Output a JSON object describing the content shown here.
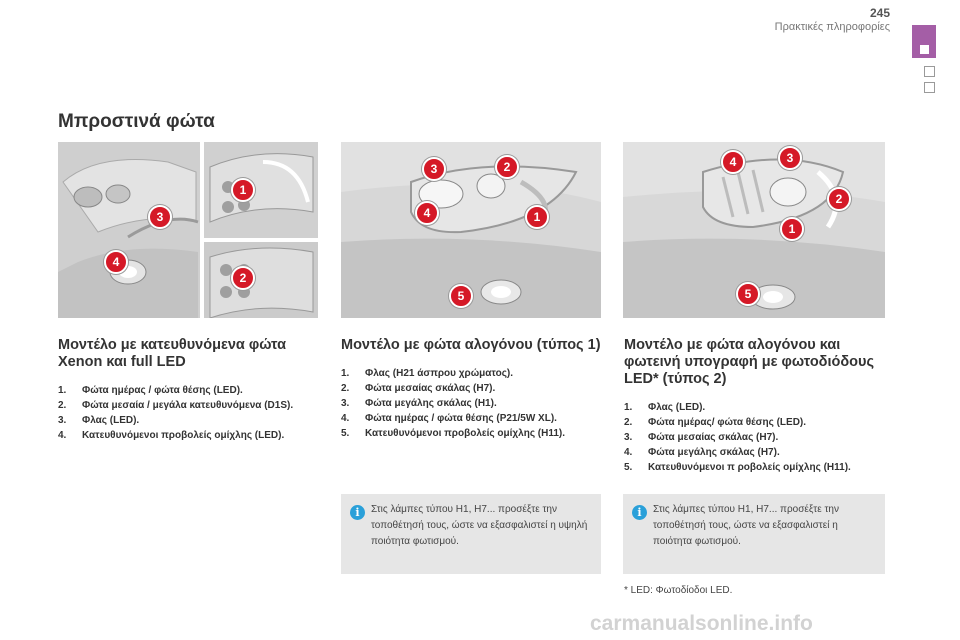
{
  "header": {
    "page_number": "245",
    "section_label": "Πρακτικές πληροφορίες"
  },
  "title": "Μπροστινά φώτα",
  "columns": [
    {
      "heading": "Μοντέλο με κατευθυνόμενα φώτα Xenon και full LED",
      "items": [
        {
          "num": "1.",
          "text": "Φώτα ημέρας / φώτα θέσης (LED)."
        },
        {
          "num": "2.",
          "text": "Φώτα μεσαία / μεγάλα κατευθυνόμενα (D1S)."
        },
        {
          "num": "3.",
          "text": "Φλας (LED)."
        },
        {
          "num": "4.",
          "text": "Κατευθυνόμενοι προβολείς ομίχλης (LED)."
        }
      ]
    },
    {
      "heading": "Μοντέλο με φώτα αλογόνου (τύπος 1)",
      "items": [
        {
          "num": "1.",
          "text": "Φλας (H21 άσπρου χρώματος)."
        },
        {
          "num": "2.",
          "text": "Φώτα μεσαίας σκάλας (H7)."
        },
        {
          "num": "3.",
          "text": "Φώτα μεγάλης σκάλας (H1)."
        },
        {
          "num": "4.",
          "text": "Φώτα ημέρας / φώτα θέσης (P21/5W XL)."
        },
        {
          "num": "5.",
          "text": "Κατευθυνόμενοι προβολείς ομίχλης (H11)."
        }
      ]
    },
    {
      "heading": "Μοντέλο με φώτα αλογόνου και φωτεινή υπογραφή με φωτοδιόδους LED* (τύπος 2)",
      "items": [
        {
          "num": "1.",
          "text": "Φλας (LED)."
        },
        {
          "num": "2.",
          "text": "Φώτα ημέρας/ φώτα θέσης (LED)."
        },
        {
          "num": "3.",
          "text": "Φώτα μεσαίας σκάλας (H7)."
        },
        {
          "num": "4.",
          "text": "Φώτα μεγάλης σκάλας (H7)."
        },
        {
          "num": "5.",
          "text": "Κατευθυνόμενοι π ροβολείς ομίχλης (H11)."
        }
      ]
    }
  ],
  "notes": [
    {
      "icon": "info-icon",
      "text": "Στις λάμπες τύπου H1, H7... προσέξτε την τοποθέτησή τους, ώστε να εξασφαλιστεί η υψηλή ποιότητα φωτισμού."
    },
    {
      "icon": "info-icon",
      "text": "Στις λάμπες τύπου H1, H7... προσέξτε την τοποθέτησή τους, ώστε να εξασφαλιστεί η ποιότητα φωτισμού."
    }
  ],
  "footnote": "* LED: Φωτοδίοδοι LED.",
  "watermark": "carmanualsonline.info",
  "badges": {
    "b1": "1",
    "b2": "2",
    "b3": "3",
    "b4": "4",
    "b5": "5"
  },
  "colors": {
    "accent": "#a45ea6",
    "badge": "#d51927",
    "info": "#2aa0d9",
    "note_bg": "#e6e6e6"
  }
}
